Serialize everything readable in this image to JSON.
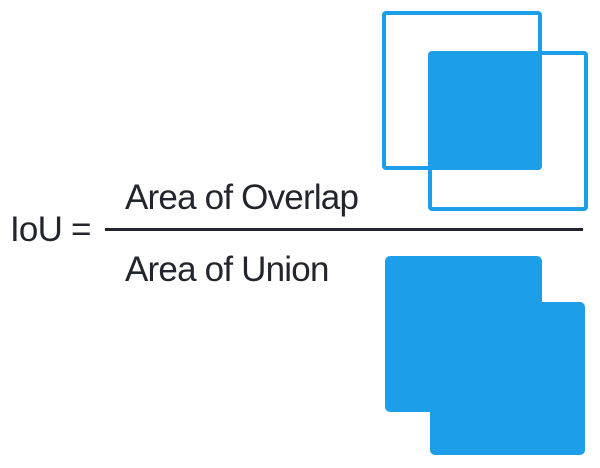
{
  "formula": {
    "lhs": "IoU =",
    "numerator": "Area of Overlap",
    "denominator": "Area of Union"
  },
  "figures": {
    "overlap_icon": "two-overlapping-outlined-squares-with-filled-intersection",
    "union_icon": "two-overlapping-filled-squares-union-silhouette"
  },
  "colors": {
    "accent_blue": "#1C9FE8",
    "ink": "#23252E",
    "background": "#FFFFFF"
  }
}
